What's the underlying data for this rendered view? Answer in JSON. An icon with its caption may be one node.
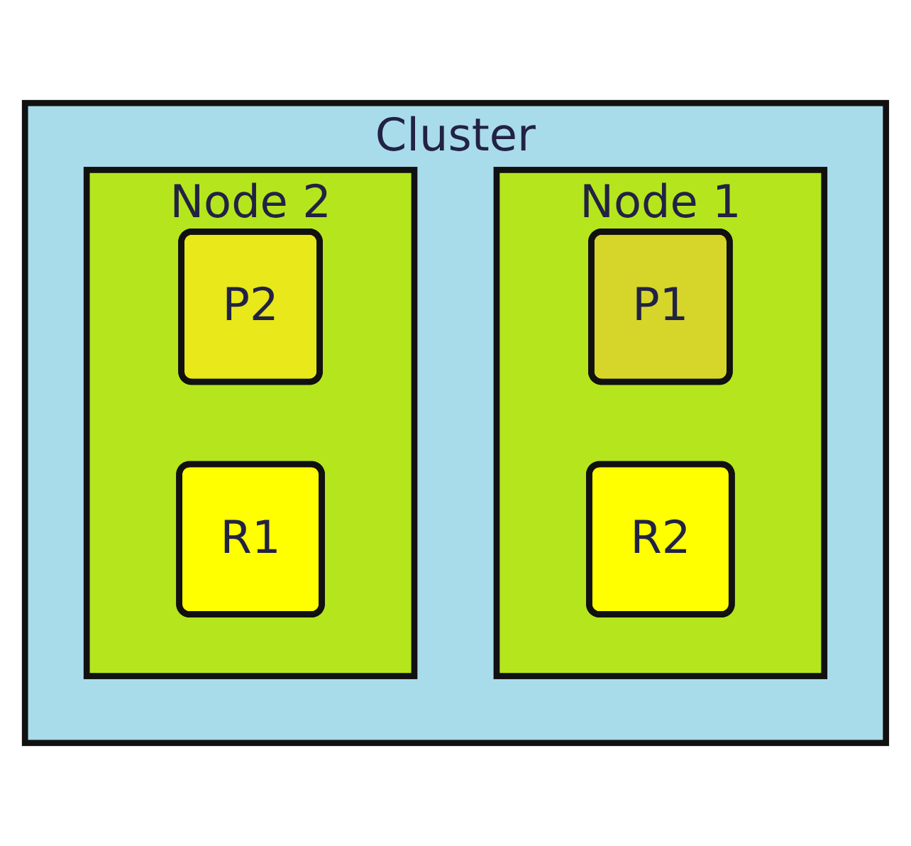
{
  "diagram": {
    "nodes": [
      {
        "text": [
          "Cluster"
        ]
      },
      {
        "text": [
          "Node 1"
        ],
        "in": 0
      },
      {
        "text": [
          "P1"
        ],
        "in": 1
      },
      {
        "text": [
          "R2"
        ],
        "in": 1
      },
      {
        "text": [
          "Node 2"
        ],
        "in": 0
      },
      {
        "text": [
          "P2"
        ],
        "in": 4
      },
      {
        "text": [
          "R1"
        ],
        "in": 4
      }
    ]
  }
}
